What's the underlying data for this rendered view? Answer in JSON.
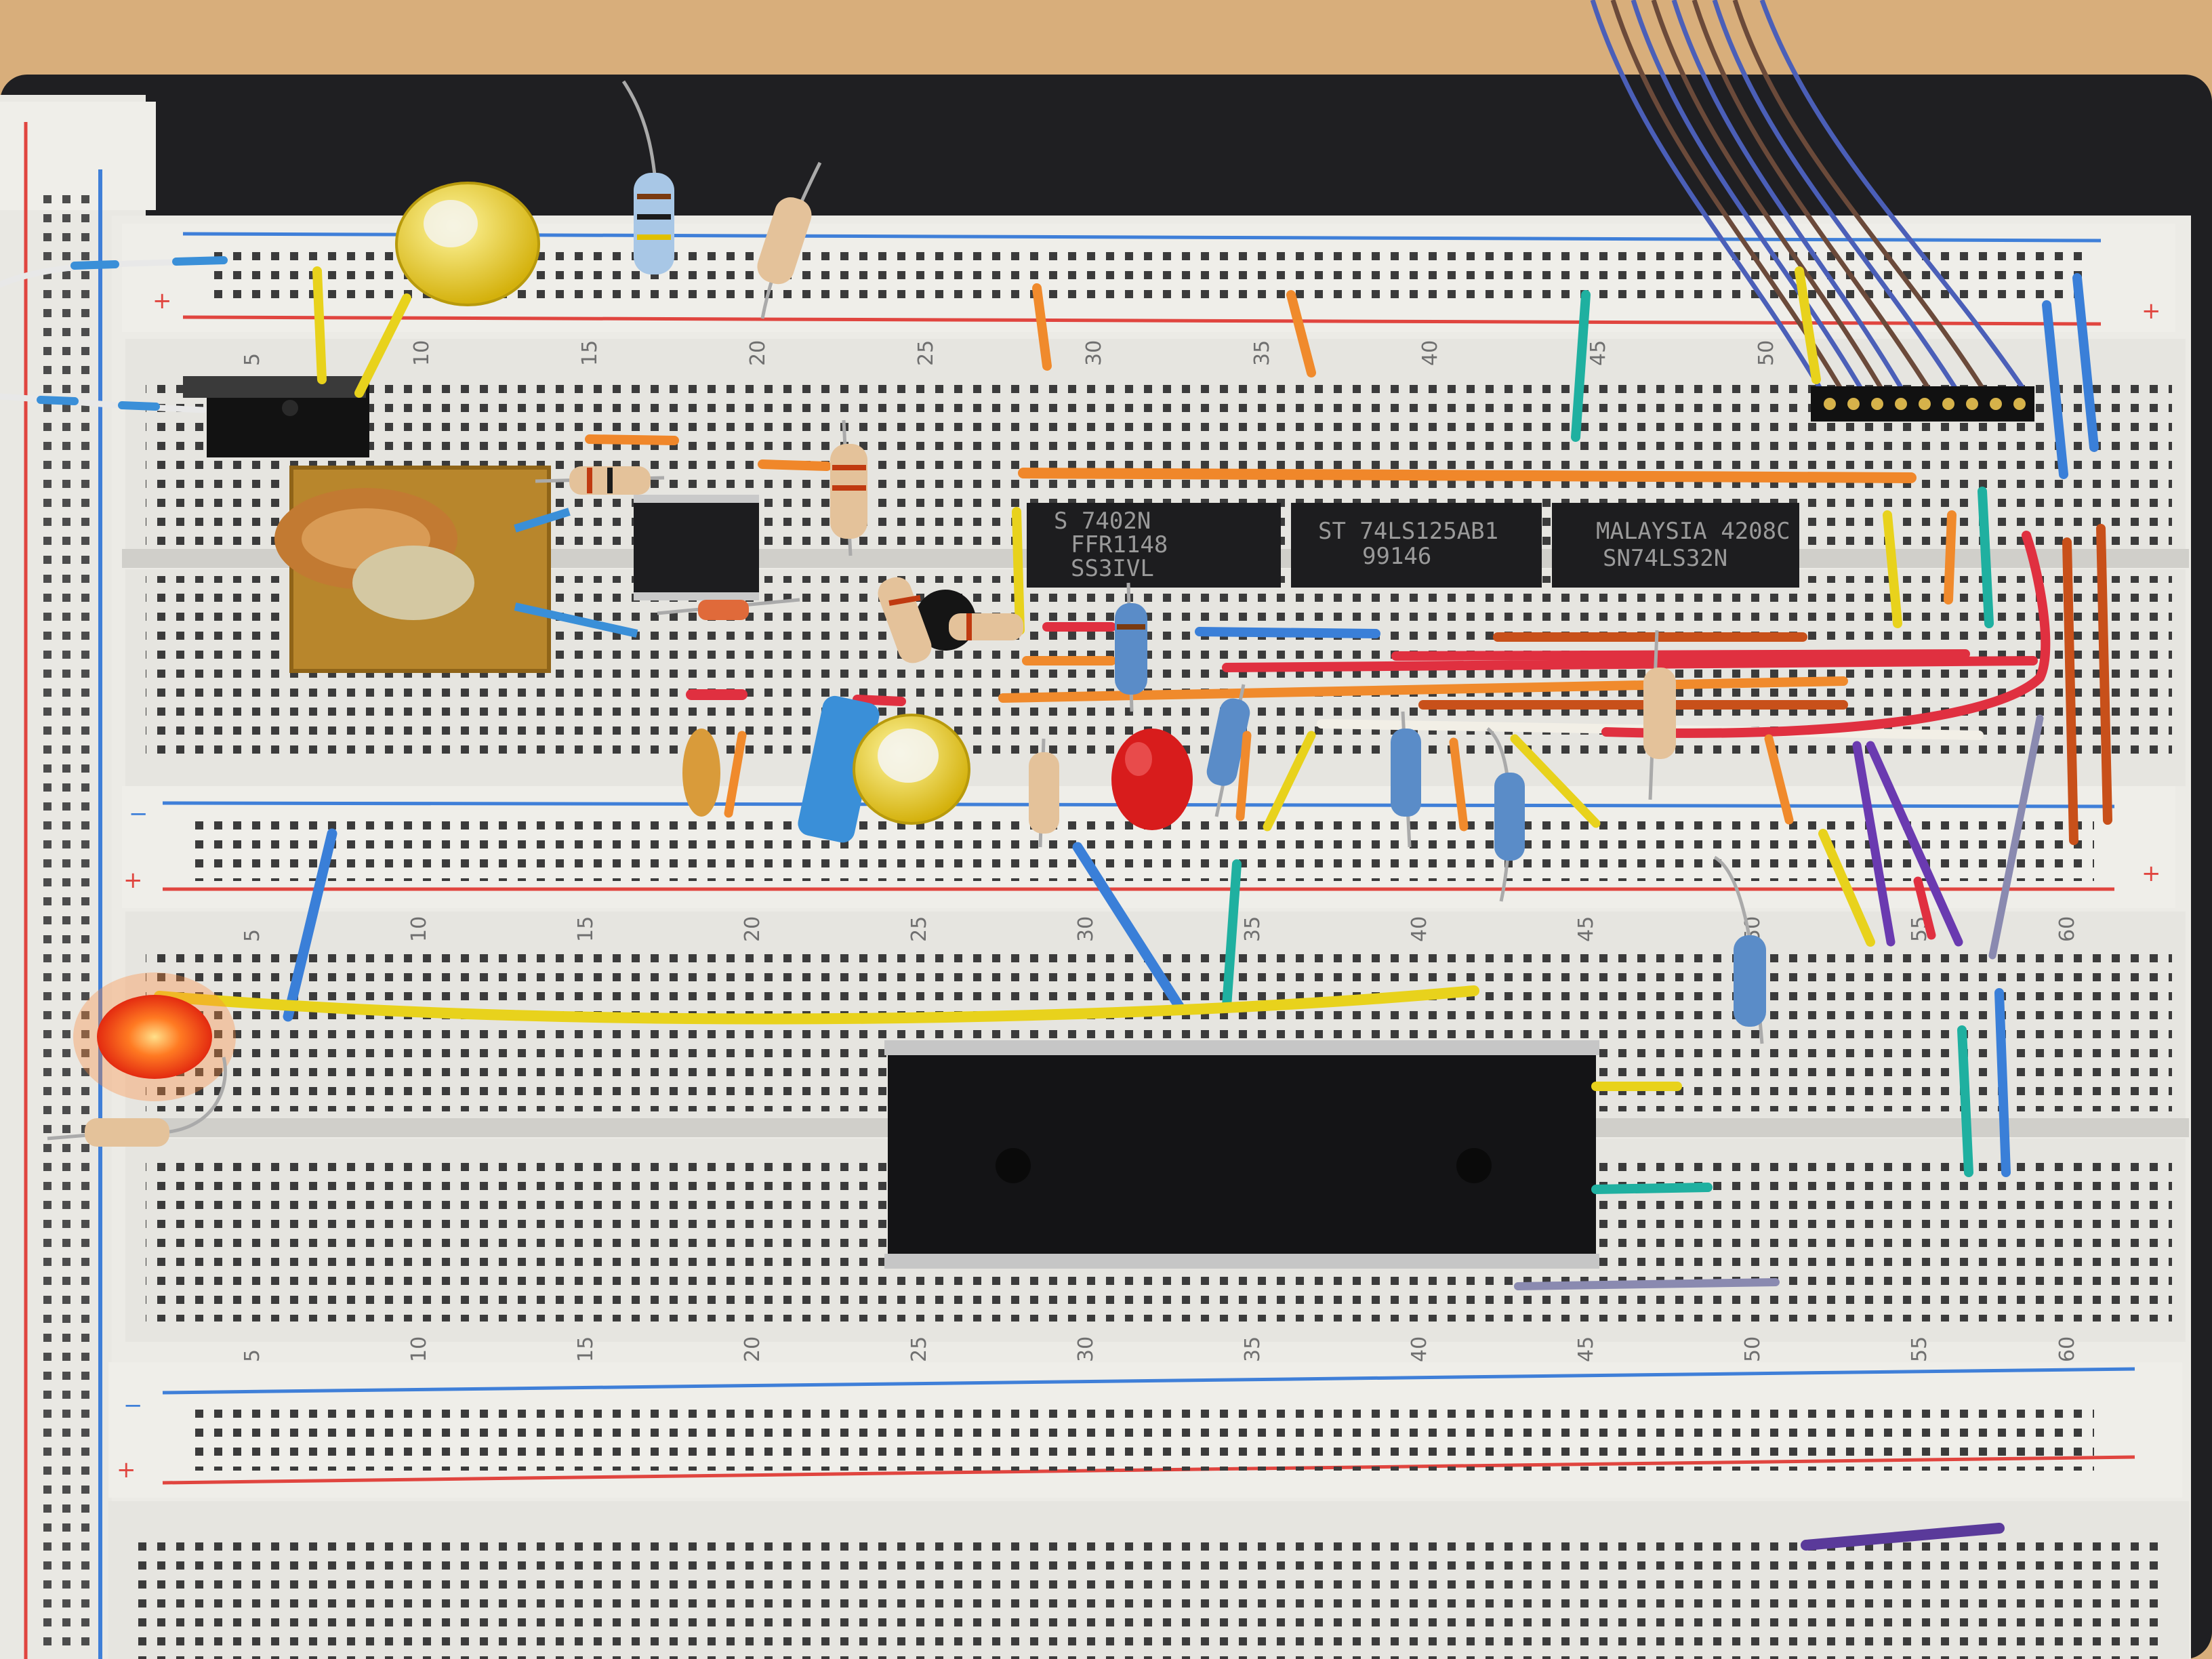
{
  "photo": {
    "subject": "solderless breadboard circuit"
  },
  "chips": [
    {
      "id": "ic-7402",
      "lines": [
        "S 7402N",
        "FFR1148",
        "SS3IVL"
      ]
    },
    {
      "id": "ic-74ls125",
      "lines": [
        "ST 74LS125AB1",
        "99146"
      ]
    },
    {
      "id": "ic-74ls32",
      "lines": [
        "MALAYSIA 4208C",
        "SN74LS32N"
      ]
    }
  ],
  "column_numbers_top": [
    "5",
    "10",
    "15",
    "20",
    "25",
    "30",
    "35",
    "40",
    "45",
    "50"
  ],
  "column_numbers_mid": [
    "5",
    "10",
    "15",
    "20",
    "25",
    "30",
    "35",
    "40",
    "45",
    "50",
    "55",
    "60"
  ],
  "column_numbers_bottom": [
    "5",
    "10",
    "15",
    "20",
    "25",
    "30",
    "35",
    "40",
    "45",
    "50",
    "55",
    "60"
  ],
  "rail_signs": {
    "plus": "+",
    "minus": "−"
  },
  "colors": {
    "breadboard": "#ecebe6",
    "rail_red": "#e0453f",
    "rail_blue": "#3f7fd8",
    "chip": "#1d1d1f",
    "led_lit": "#ff5a1e",
    "led_red": "#d81c1c"
  }
}
